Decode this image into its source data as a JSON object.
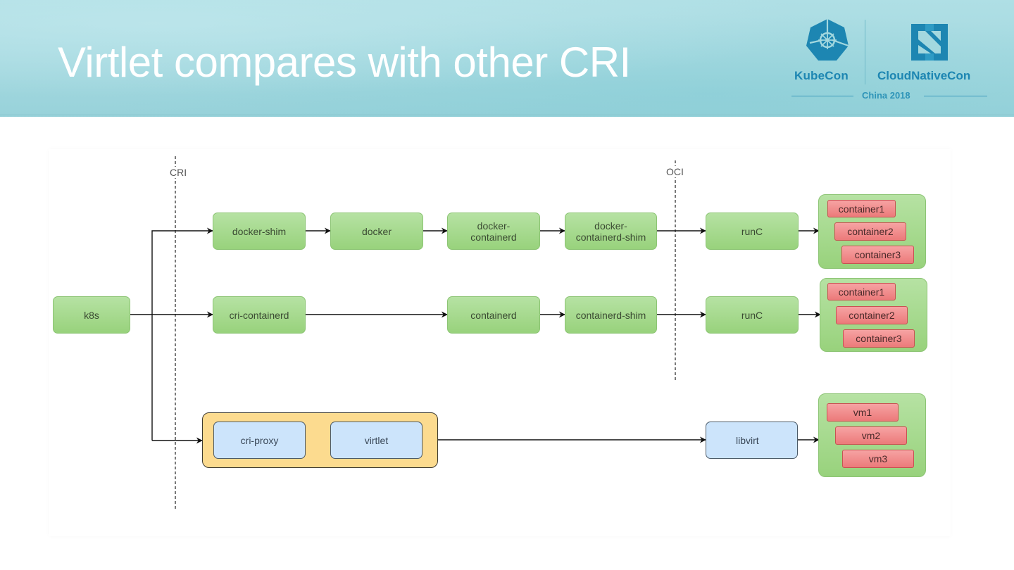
{
  "slide": {
    "title": "Virtlet compares with other CRI"
  },
  "branding": {
    "kubecon": "KubeCon",
    "cloudnativecon": "CloudNativeCon",
    "edition": "China 2018",
    "brand_color": "#1d86b2"
  },
  "diagram": {
    "boundaries": {
      "cri": "CRI",
      "oci": "OCI"
    },
    "source": {
      "label": "k8s"
    },
    "row_docker": {
      "nodes": [
        "docker-shim",
        "docker",
        "docker-\ncontainerd",
        "docker-\ncontainerd-shim",
        "runC"
      ],
      "labels": {
        "shim": "docker-shim",
        "docker": "docker",
        "containerd_l1": "docker-",
        "containerd_l2": "containerd",
        "cshim_l1": "docker-",
        "cshim_l2": "containerd-shim",
        "runc": "runC"
      },
      "outputs": [
        "container1",
        "container2",
        "container3"
      ]
    },
    "row_containerd": {
      "labels": {
        "cri": "cri-containerd",
        "containerd": "containerd",
        "cshim": "containerd-shim",
        "runc": "runC"
      },
      "outputs": [
        "container1",
        "container2",
        "container3"
      ]
    },
    "row_virtlet": {
      "labels": {
        "proxy": "cri-proxy",
        "virtlet": "virtlet",
        "libvirt": "libvirt"
      },
      "outputs": [
        "vm1",
        "vm2",
        "vm3"
      ]
    },
    "colors": {
      "runtime_node": "#a7da90",
      "virtlet_node": "#cce4fb",
      "virtlet_group": "#fcdb8f",
      "workload": "#f08c8c"
    }
  }
}
